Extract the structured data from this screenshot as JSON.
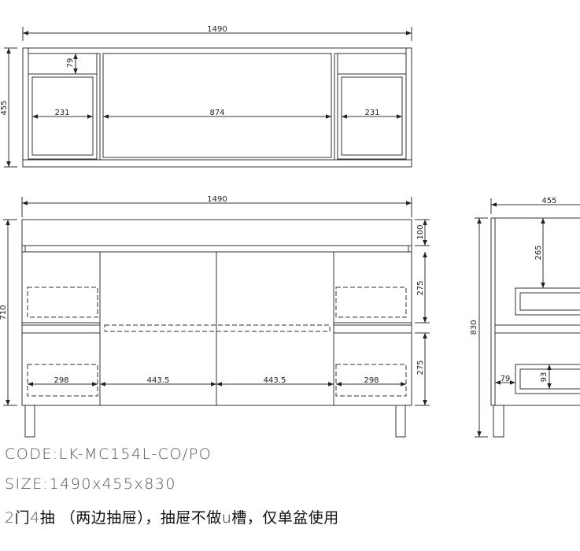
{
  "top_view": {
    "overall_width": "1490",
    "depth": "455",
    "drawer_offset": "79",
    "left_drawer_width": "231",
    "center_width": "874",
    "right_drawer_width": "231"
  },
  "front_view": {
    "overall_width": "1490",
    "height": "710",
    "top_panel_height": "100",
    "upper_drawer_height": "275",
    "lower_drawer_height": "275",
    "left_drawer_width": "298",
    "door_left_width": "443.5",
    "door_right_width": "443.5",
    "right_drawer_width": "298"
  },
  "side_view": {
    "depth": "455",
    "height": "830",
    "drawer_depth_from_top": "265",
    "drawer_offset": "79",
    "drawer_height": "93"
  },
  "specs": {
    "code_label": "CODE:",
    "code_value": "LK-MC154L-CO/PO",
    "size_label": "SIZE:",
    "size_value": "1490x455x830",
    "note_num_2": "2",
    "note_part_a": "门",
    "note_num_4": "4",
    "note_part_b": "抽 （两边抽屉），抽屉不做u槽，仅单盆使用"
  }
}
